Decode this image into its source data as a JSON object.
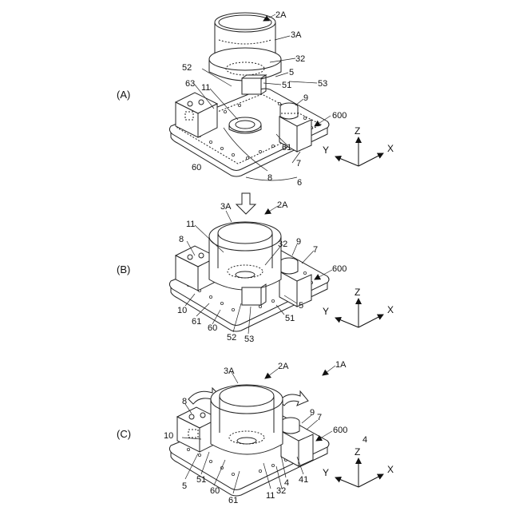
{
  "panels": {
    "a": {
      "label": "(A)",
      "refs": [
        "2A",
        "3A",
        "32",
        "52",
        "5",
        "63",
        "11",
        "51",
        "53",
        "9",
        "600",
        "61",
        "8",
        "7",
        "60",
        "6"
      ]
    },
    "b": {
      "label": "(B)",
      "refs": [
        "2A",
        "3A",
        "11",
        "8",
        "32",
        "9",
        "7",
        "600",
        "10",
        "5",
        "61",
        "60",
        "51",
        "52",
        "53"
      ]
    },
    "c": {
      "label": "(C)",
      "refs": [
        "3A",
        "2A",
        "1A",
        "8",
        "9",
        "7",
        "10",
        "600",
        "4",
        "5",
        "51",
        "60",
        "61",
        "11",
        "32",
        "4",
        "41"
      ]
    }
  },
  "axes": {
    "z": "Z",
    "y": "Y",
    "x": "X"
  }
}
